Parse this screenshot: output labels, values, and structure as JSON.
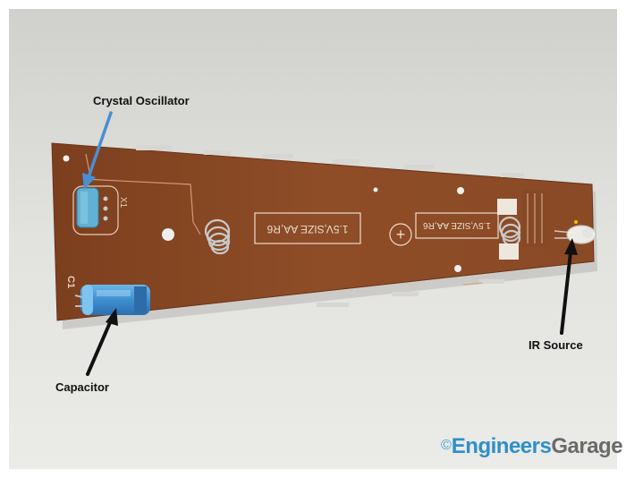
{
  "labels": {
    "crystal": "Crystal Oscillator",
    "capacitor": "Capacitor",
    "ir": "IR Source"
  },
  "watermark": {
    "symbol": "©",
    "part1": "Engineers",
    "part2": "Garage"
  },
  "board_text": {
    "x1": "X1",
    "c1": "C1",
    "battery_1": "1.5V,SIZE AA,R6",
    "battery_2": "1.5V,SIZE AA,R6",
    "plus": "+"
  },
  "colors": {
    "background": "#ffffff",
    "table": "#dcdcd8",
    "pcb": "#8a4a26",
    "arrow_blue": "#4a8fd4",
    "arrow_black": "#111111",
    "watermark_blue": "#2f8fc8",
    "watermark_gray": "#6a6a6a"
  }
}
